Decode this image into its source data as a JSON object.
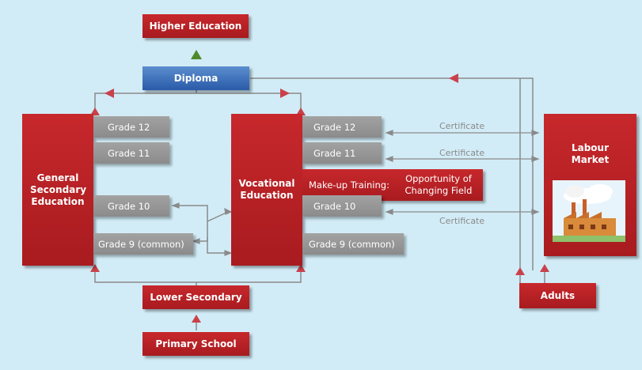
{
  "boxes": {
    "higher_education": "Higher Education",
    "diploma": "Diploma",
    "general_secondary": "General Secondary Education",
    "vocational": "Vocational Education",
    "labour_market": "Labour Market",
    "lower_secondary": "Lower Secondary",
    "primary_school": "Primary School",
    "adults": "Adults",
    "makeup_training": "Make-up Training:",
    "opportunity": "Opportunity of Changing Field"
  },
  "general_grades": [
    "Grade 12",
    "Grade 11",
    "Grade 10",
    "Grade 9 (common)"
  ],
  "vocational_grades": [
    "Grade 12",
    "Grade 11",
    "Grade 10",
    "Grade 9 (common)"
  ],
  "certificates": [
    "Certificate",
    "Certificate",
    "Certificate"
  ],
  "colors": {
    "background": "#d2ecf7",
    "red": "#b82226",
    "gray": "#969696",
    "blue": "#3b6fb8",
    "line": "#8a8a8a",
    "arrow_green": "#4f8a2a"
  }
}
